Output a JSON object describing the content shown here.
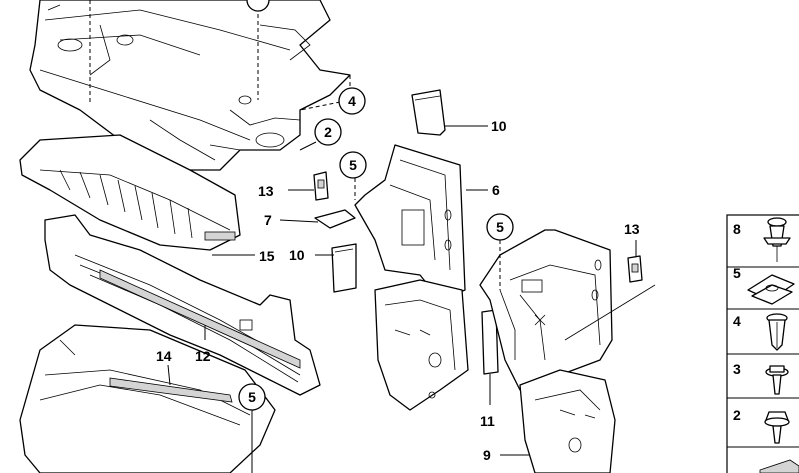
{
  "callouts": {
    "c4": "4",
    "c2": "2",
    "c5a": "5",
    "c5b": "5",
    "c5c": "5",
    "c6": "6",
    "c7": "7",
    "c9": "9",
    "c10a": "10",
    "c10b": "10",
    "c11": "11",
    "c12": "12",
    "c13a": "13",
    "c13b": "13",
    "c14": "14",
    "c15": "15"
  },
  "legend": {
    "items": [
      {
        "num": "8",
        "icon": "screw-clip-icon"
      },
      {
        "num": "5",
        "icon": "clip-nut-icon"
      },
      {
        "num": "4",
        "icon": "expanding-rivet-icon"
      },
      {
        "num": "3",
        "icon": "flange-screw-icon"
      },
      {
        "num": "2",
        "icon": "hex-screw-icon"
      }
    ]
  }
}
